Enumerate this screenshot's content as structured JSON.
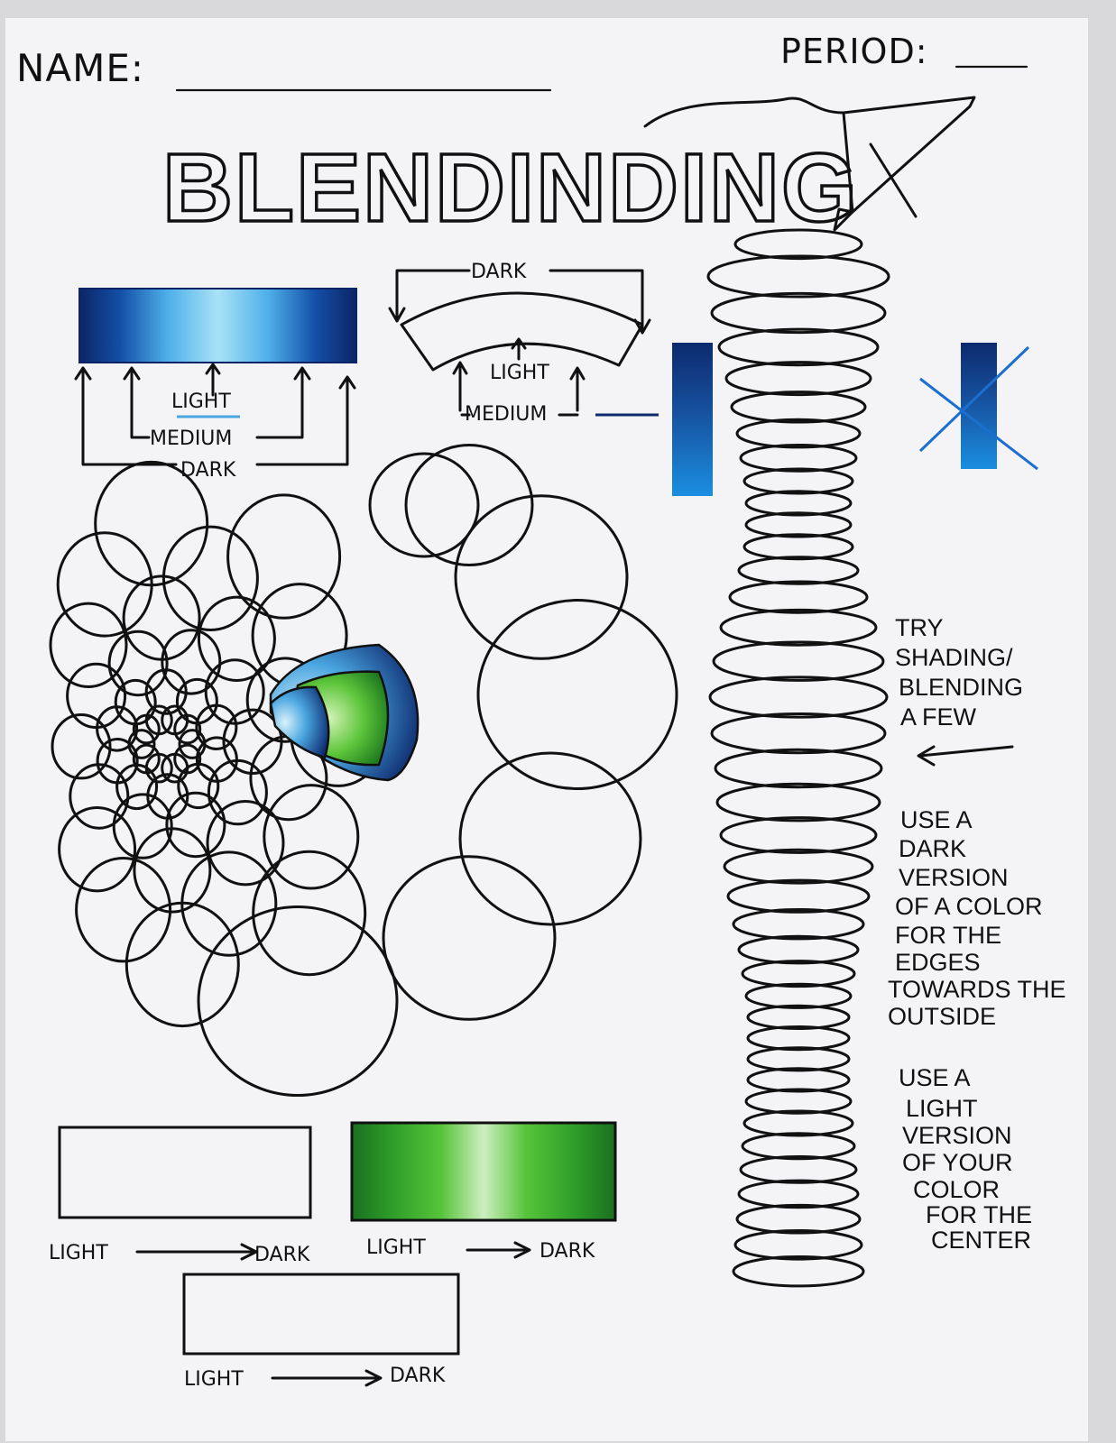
{
  "header": {
    "name_label": "NAME:",
    "period_label": "PERIOD:",
    "title": "BLENDINDING"
  },
  "bar_diagram": {
    "light": "LIGHT",
    "medium": "MEDIUM",
    "dark": "DARK"
  },
  "arch_diagram": {
    "dark": "DARK",
    "light": "LIGHT",
    "medium": "MEDIUM"
  },
  "notes": {
    "try": [
      "TRY",
      "SHADING/",
      "BLENDING",
      "A FEW"
    ],
    "dark_edges": [
      "USE A",
      "DARK",
      "VERSION",
      "OF A COLOR",
      "FOR THE",
      "EDGES",
      "TOWARDS THE",
      "OUTSIDE"
    ],
    "light_center": [
      "USE A",
      "LIGHT",
      "VERSION",
      "OF YOUR",
      "COLOR",
      "FOR THE",
      "CENTER"
    ]
  },
  "practice_boxes": [
    {
      "start": "LIGHT",
      "end": "DARK"
    },
    {
      "start": "LIGHT",
      "end": "DARK"
    },
    {
      "start": "LIGHT",
      "end": "DARK"
    }
  ],
  "colors": {
    "paper": "#f4f4f6",
    "ink": "#111111",
    "blue_dark": "#0d2a6e",
    "blue_mid": "#1a6fc4",
    "blue_light": "#8fd3f0",
    "green_dark": "#1f7a1f",
    "green_mid": "#3fbf2f",
    "green_light": "#c9efb5"
  }
}
